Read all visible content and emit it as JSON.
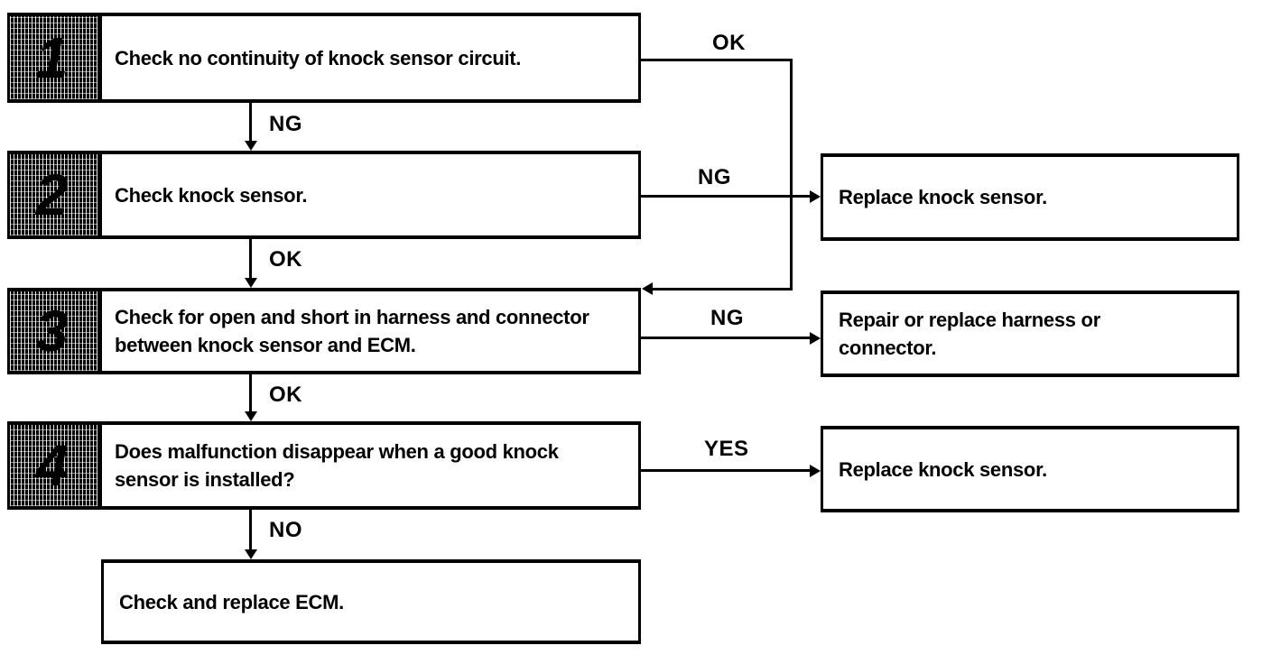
{
  "flowchart": {
    "description": "Knock sensor circuit diagnostic flowchart",
    "steps": [
      {
        "number": "1",
        "text": "Check no continuity of knock sensor circuit.",
        "down_label": "NG",
        "right_label": "OK"
      },
      {
        "number": "2",
        "text": "Check knock sensor.",
        "down_label": "OK",
        "right_label": "NG"
      },
      {
        "number": "3",
        "text": "Check for open and short in harness and connector between knock sensor and ECM.",
        "down_label": "OK",
        "right_label": "NG"
      },
      {
        "number": "4",
        "text": "Does malfunction disappear when a good knock sensor is installed?",
        "down_label": "NO",
        "right_label": "YES"
      }
    ],
    "actions": [
      {
        "text": "Replace knock sensor."
      },
      {
        "text": "Repair or replace harness or connector."
      },
      {
        "text": "Replace knock sensor."
      }
    ],
    "terminal": {
      "text": "Check and replace ECM."
    },
    "colors": {
      "ink": "#000000",
      "paper": "#ffffff"
    }
  }
}
